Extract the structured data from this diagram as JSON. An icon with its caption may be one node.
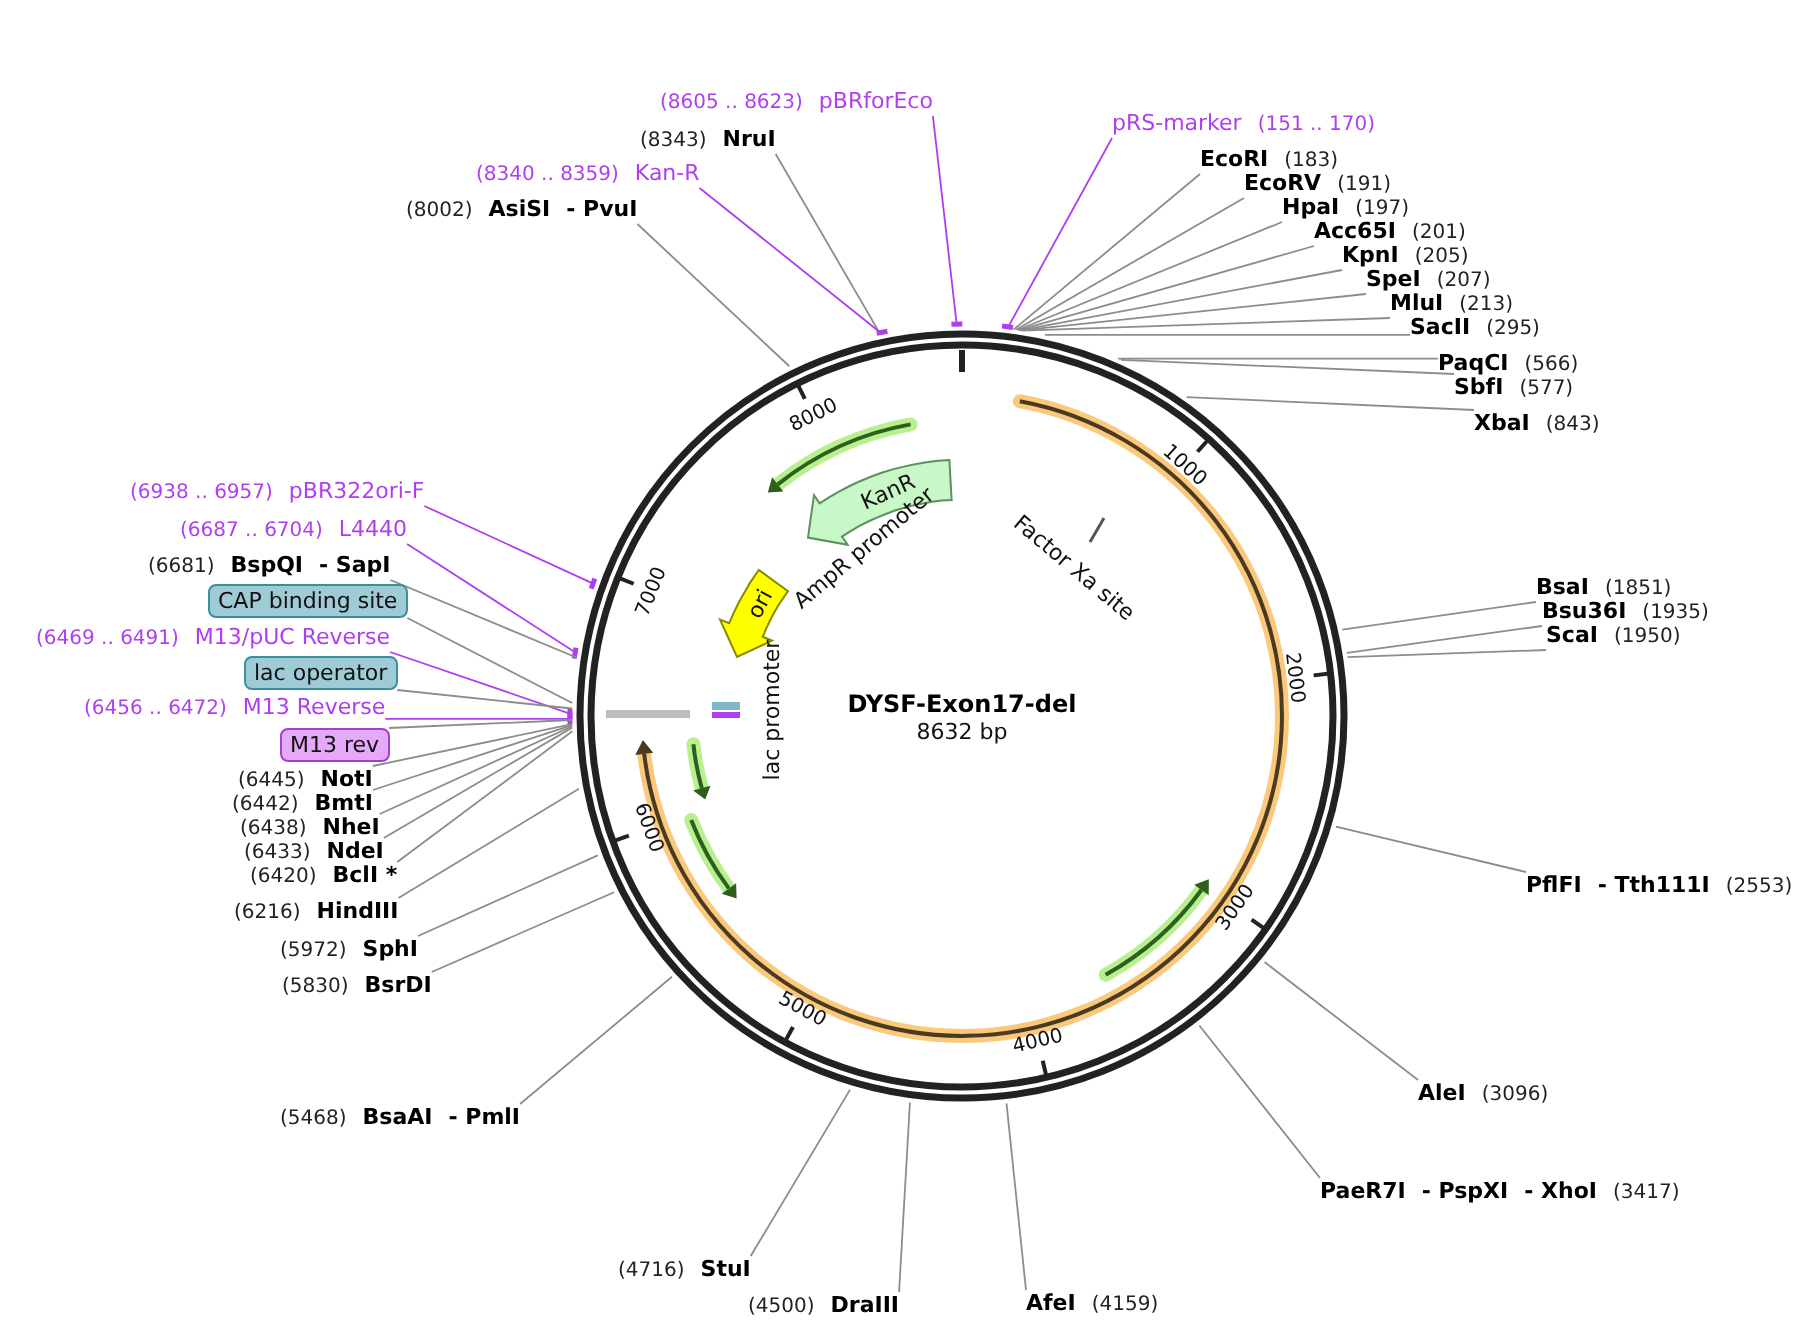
{
  "diagram": {
    "title": "DYSF-Exon17-del",
    "nodes": [
      {
        "text": [
          "(8605 .. 8623)",
          "pBRforEco"
        ]
      },
      {
        "text": [
          "pRS-marker",
          "(151 .. 170)"
        ]
      },
      {
        "text": [
          "(8343)",
          "NruI"
        ]
      },
      {
        "text": [
          "(8340 .. 8359)",
          "Kan-R"
        ]
      },
      {
        "text": [
          "(8002)",
          "AsiSI",
          "- PvuI"
        ]
      },
      {
        "text": [
          "EcoRI",
          "(183)"
        ]
      },
      {
        "text": [
          "EcoRV",
          "(191)"
        ]
      },
      {
        "text": [
          "HpaI",
          "(197)"
        ]
      },
      {
        "text": [
          "Acc65I",
          "(201)"
        ]
      },
      {
        "text": [
          "KpnI",
          "(205)"
        ]
      },
      {
        "text": [
          "SpeI",
          "(207)"
        ]
      },
      {
        "text": [
          "MluI",
          "(213)"
        ]
      },
      {
        "text": [
          "SacII",
          "(295)"
        ]
      },
      {
        "text": [
          "PaqCI",
          "(566)"
        ]
      },
      {
        "text": [
          "SbfI",
          "(577)"
        ]
      },
      {
        "text": [
          "XbaI",
          "(843)"
        ]
      },
      {
        "text": [
          "(6938 .. 6957)",
          "pBR322ori-F"
        ]
      },
      {
        "text": [
          "(6687 .. 6704)",
          "L4440"
        ]
      },
      {
        "text": [
          "(6681)",
          "BspQI",
          "- SapI"
        ]
      },
      {
        "text": [
          "CAP binding site"
        ]
      },
      {
        "text": [
          "(6469 .. 6491)",
          "M13/pUC Reverse"
        ]
      },
      {
        "text": [
          "lac operator"
        ]
      },
      {
        "text": [
          "(6456 .. 6472)",
          "M13 Reverse"
        ]
      },
      {
        "text": [
          "M13 rev"
        ]
      },
      {
        "text": [
          "(6445)",
          "NotI"
        ]
      },
      {
        "text": [
          "(6442)",
          "BmtI"
        ]
      },
      {
        "text": [
          "(6438)",
          "NheI"
        ]
      },
      {
        "text": [
          "(6433)",
          "NdeI"
        ]
      },
      {
        "text": [
          "(6420)",
          "BclI *"
        ]
      },
      {
        "text": [
          "(6216)",
          "HindIII"
        ]
      },
      {
        "text": [
          "(5972)",
          "SphI"
        ]
      },
      {
        "text": [
          "(5830)",
          "BsrDI"
        ]
      },
      {
        "text": [
          "BsaI",
          "(1851)"
        ]
      },
      {
        "text": [
          "Bsu36I",
          "(1935)"
        ]
      },
      {
        "text": [
          "ScaI",
          "(1950)"
        ]
      },
      {
        "text": [
          "PflFI",
          "- Tth111I",
          "(2553)"
        ]
      },
      {
        "text": [
          "AleI",
          "(3096)"
        ]
      },
      {
        "text": [
          "(5468)",
          "BsaAI",
          "- PmlI"
        ]
      },
      {
        "text": [
          "PaeR7I",
          "- PspXI",
          "- XhoI",
          "(3417)"
        ]
      },
      {
        "text": [
          "(4716)",
          "StuI"
        ]
      },
      {
        "text": [
          "(4500)",
          "DraIII"
        ]
      },
      {
        "text": [
          "AfeI",
          "(4159)"
        ]
      },
      {
        "text": [
          "KanR"
        ]
      },
      {
        "text": [
          "ori"
        ]
      }
    ],
    "edges": [
      {
        "from": 0,
        "to": null,
        "arrow": "none",
        "color": "#b03ef0"
      },
      {
        "from": 1,
        "to": null,
        "arrow": "none",
        "color": "#b03ef0"
      },
      {
        "from": 2,
        "to": null,
        "arrow": "none"
      },
      {
        "from": 3,
        "to": null,
        "arrow": "none",
        "color": "#b03ef0"
      },
      {
        "from": 4,
        "to": null,
        "arrow": "none"
      },
      {
        "from": 5,
        "to": null,
        "arrow": "none"
      },
      {
        "from": 6,
        "to": null,
        "arrow": "none"
      },
      {
        "from": 7,
        "to": null,
        "arrow": "none"
      },
      {
        "from": 8,
        "to": null,
        "arrow": "none"
      },
      {
        "from": 9,
        "to": null,
        "arrow": "none"
      },
      {
        "from": 10,
        "to": null,
        "arrow": "none"
      },
      {
        "from": 11,
        "to": null,
        "arrow": "none"
      },
      {
        "from": 12,
        "to": null,
        "arrow": "none"
      },
      {
        "from": 13,
        "to": null,
        "arrow": "none"
      },
      {
        "from": 14,
        "to": null,
        "arrow": "none"
      },
      {
        "from": 15,
        "to": null,
        "arrow": "none"
      },
      {
        "from": 16,
        "to": null,
        "arrow": "none",
        "color": "#b03ef0"
      },
      {
        "from": 17,
        "to": null,
        "arrow": "none",
        "color": "#b03ef0"
      },
      {
        "from": 18,
        "to": null,
        "arrow": "none"
      },
      {
        "from": 19,
        "to": null,
        "arrow": "none"
      },
      {
        "from": 20,
        "to": null,
        "arrow": "none",
        "color": "#b03ef0"
      },
      {
        "from": 21,
        "to": null,
        "arrow": "none"
      },
      {
        "from": 22,
        "to": null,
        "arrow": "none",
        "color": "#b03ef0"
      },
      {
        "from": 23,
        "to": null,
        "arrow": "none"
      },
      {
        "from": 24,
        "to": null,
        "arrow": "none"
      },
      {
        "from": 25,
        "to": null,
        "arrow": "none"
      },
      {
        "from": 26,
        "to": null,
        "arrow": "none"
      },
      {
        "from": 27,
        "to": null,
        "arrow": "none"
      },
      {
        "from": 28,
        "to": null,
        "arrow": "none"
      },
      {
        "from": 29,
        "to": null,
        "arrow": "none"
      },
      {
        "from": 30,
        "to": null,
        "arrow": "none"
      },
      {
        "from": 31,
        "to": null,
        "arrow": "none"
      },
      {
        "from": 32,
        "to": null,
        "arrow": "none"
      },
      {
        "from": 33,
        "to": null,
        "arrow": "none"
      },
      {
        "from": 34,
        "to": null,
        "arrow": "none"
      },
      {
        "from": 35,
        "to": null,
        "arrow": "none"
      },
      {
        "from": 36,
        "to": null,
        "arrow": "none"
      },
      {
        "from": 37,
        "to": null,
        "arrow": "none"
      },
      {
        "from": 38,
        "to": null,
        "arrow": "none"
      },
      {
        "from": 39,
        "to": null,
        "arrow": "none"
      },
      {
        "from": 40,
        "to": null,
        "arrow": "none"
      },
      {
        "from": 41,
        "to": null,
        "arrow": "none"
      }
    ],
    "labels": [
      "1000",
      "2000",
      "3000",
      "4000",
      "5000",
      "6000",
      "7000",
      "8000",
      "AmpR promoter",
      "Factor Xa site",
      "lac promoter",
      "8632 bp"
    ]
  }
}
